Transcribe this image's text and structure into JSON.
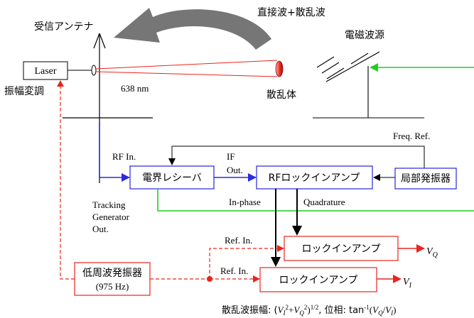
{
  "labels": {
    "direct_scattered_wave": "直接波+散乱波",
    "receiving_antenna": "受信アンテナ",
    "em_source": "電磁波源",
    "laser": "Laser",
    "wavelength": "638 nm",
    "scatterer": "散乱体",
    "amplitude_modulation": "振幅変調",
    "freq_ref": "Freq. Ref.",
    "rf_in": "RF In.",
    "if_out_1": "IF",
    "if_out_2": "Out.",
    "field_receiver": "電界レシーバ",
    "rf_lockin": "RFロックインアンプ",
    "local_osc": "局部発振器",
    "tracking_1": "Tracking",
    "tracking_2": "Generator",
    "tracking_3": "Out.",
    "in_phase": "In-phase",
    "quadrature": "Quadrature",
    "ref_in_upper": "Ref. In.",
    "ref_in_lower": "Ref. In.",
    "lockin_upper": "ロックインアンプ",
    "lockin_lower": "ロックインアンプ",
    "lf_osc_1": "低周波発振器",
    "lf_osc_2": "(975 Hz)",
    "vq_base": "V",
    "vq_sub": "Q",
    "vi_base": "V",
    "vi_sub": "I",
    "formula": "散乱波振幅: (VI2+VQ2)1/2, 位相: tan-1(VQ/VI)"
  },
  "formula_parts": {
    "amp_prefix": "散乱波振幅: (",
    "v": "V",
    "i": "I",
    "q": "Q",
    "two": "2",
    "plus": "+",
    "half_close": ")",
    "half": "1/2",
    "phase_prefix": ", 位相: tan",
    "minus_one": "-1",
    "open": "(",
    "slash": "/",
    "close": ")"
  },
  "colors": {
    "red": "#e8261d",
    "blue": "#2a2ae0",
    "green": "#22cc22",
    "box_blue": "#2424e0",
    "box_red": "#e8261d",
    "arrow_gray": "#767676"
  }
}
